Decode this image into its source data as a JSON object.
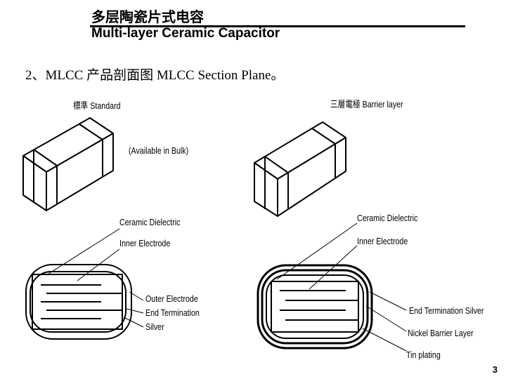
{
  "header": {
    "title_cn": "多层陶瓷片式电容",
    "title_en": "Multi-layer Ceramic Capacitor"
  },
  "subtitle": "2、MLCC 产品剖面图   MLCC Section Plane。",
  "left": {
    "caption": "標準 Standard",
    "note": "(Available in Bulk)",
    "labels": {
      "ceramic_dielectric": "Ceramic Dielectric",
      "inner_electrode": "Inner Electrode",
      "outer_electrode": "Outer Electrode",
      "end_termination": "End Termination",
      "silver": "Silver"
    }
  },
  "right": {
    "caption": "三層電極   Barrier layer",
    "labels": {
      "ceramic_dielectric": "Ceramic Dielectric",
      "inner_electrode": "Inner Electrode",
      "end_termination_silver": "End Termination Silver",
      "nickel_barrier": "Nickel Barrier Layer",
      "tin_plating": "Tin plating"
    }
  },
  "page_number": "3"
}
